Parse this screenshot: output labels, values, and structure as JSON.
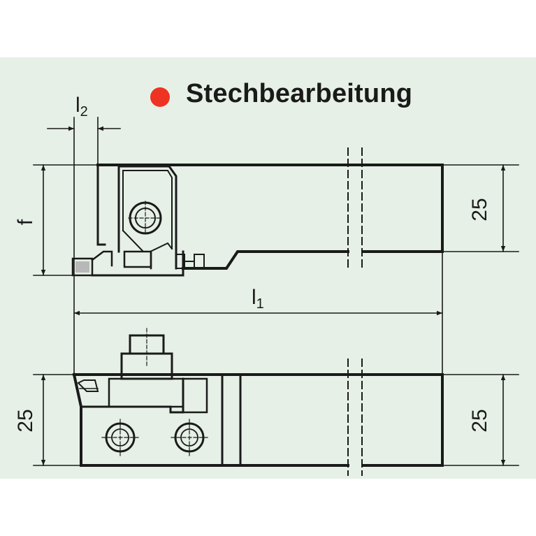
{
  "title": "Stechbearbeitung",
  "colors": {
    "background": "#e6f0e6",
    "line": "#1a1a1a",
    "dot": "#ee3322"
  },
  "icons": {
    "bullet": "red-dot-icon"
  },
  "labels": {
    "l2_letter": "l",
    "l2_sub": "2",
    "l1_letter": "l",
    "l1_sub": "1",
    "f": "f",
    "top_right_dim": "25",
    "bottom_left_dim": "25",
    "bottom_right_dim": "25"
  }
}
